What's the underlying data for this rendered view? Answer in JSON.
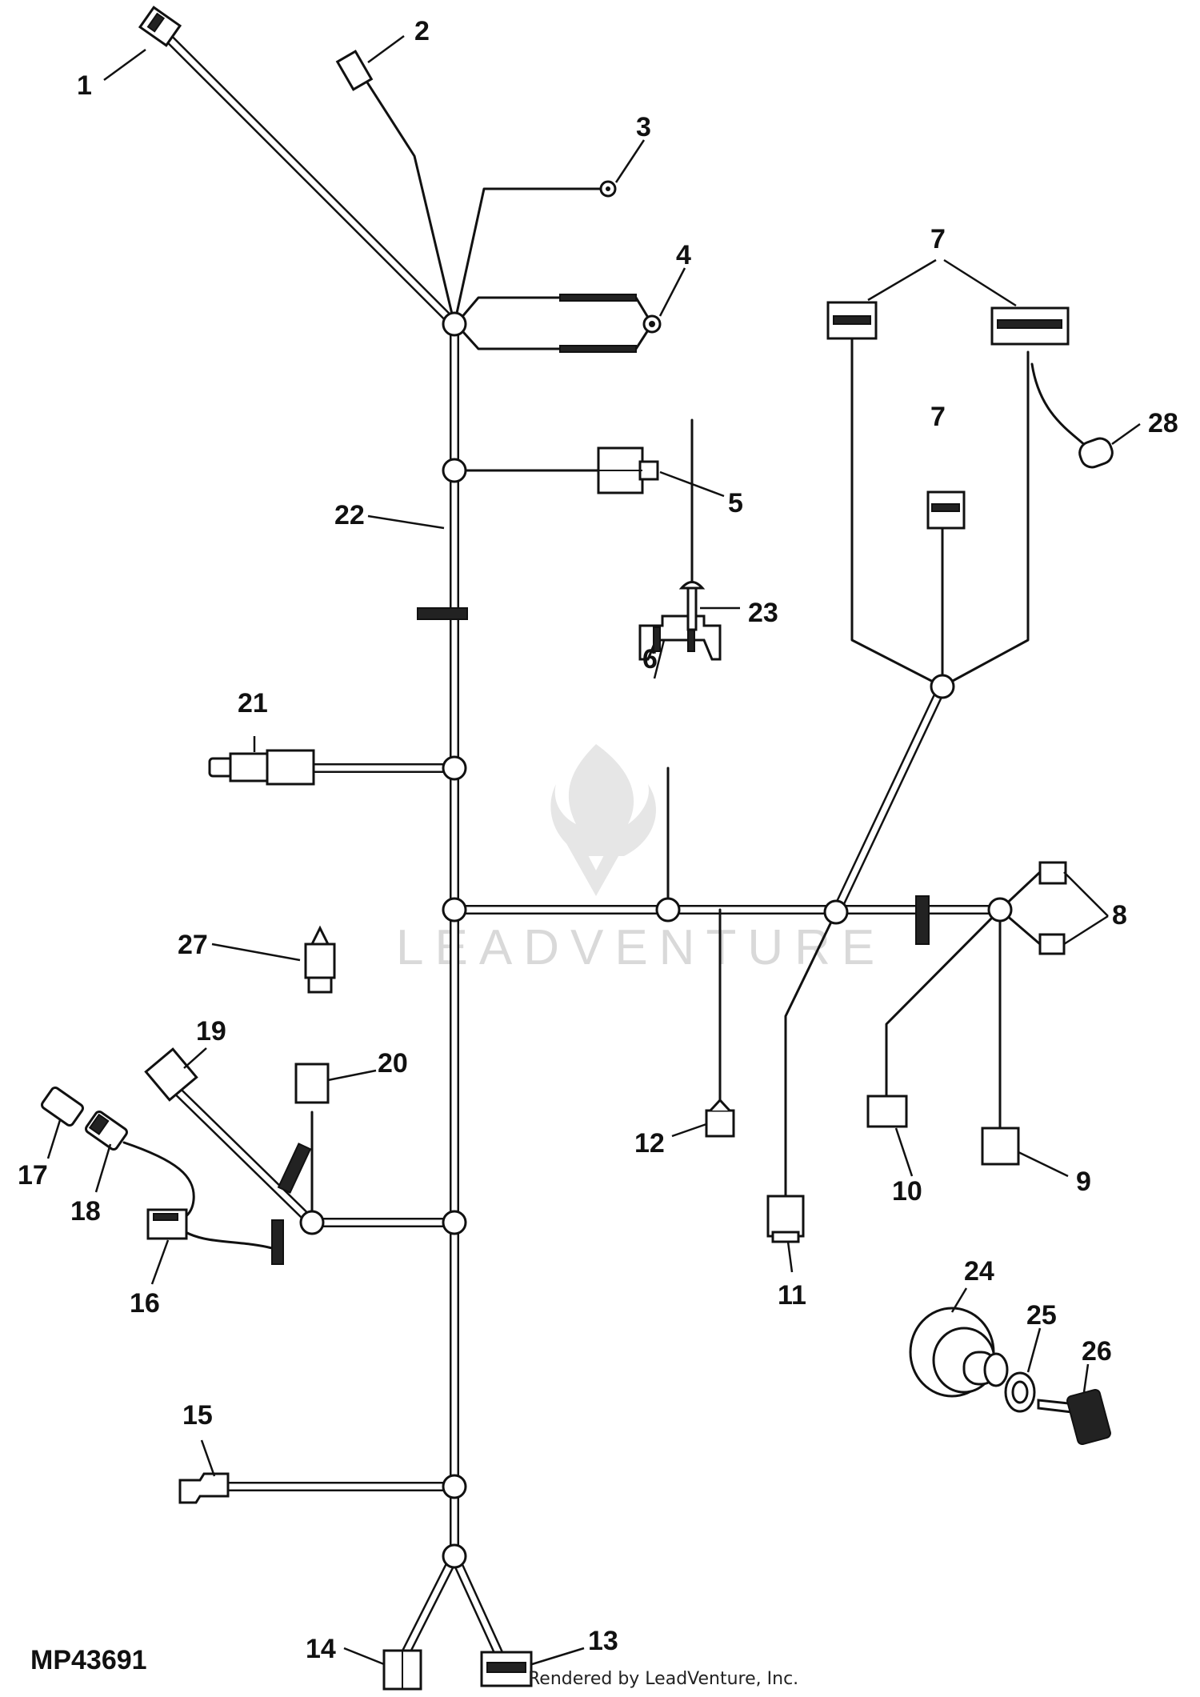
{
  "drawing": {
    "id": "MP43691",
    "credit": "Rendered by LeadVenture, Inc.",
    "watermark": "LEADVENTURE"
  },
  "callouts": {
    "c1": "1",
    "c2": "2",
    "c3": "3",
    "c4": "4",
    "c5": "5",
    "c6": "6",
    "c7a": "7",
    "c7b": "7",
    "c8": "8",
    "c9": "9",
    "c10": "10",
    "c11": "11",
    "c12": "12",
    "c13": "13",
    "c14": "14",
    "c15": "15",
    "c16": "16",
    "c17": "17",
    "c18": "18",
    "c19": "19",
    "c20": "20",
    "c21": "21",
    "c22": "22",
    "c23": "23",
    "c24": "24",
    "c25": "25",
    "c26": "26",
    "c27": "27",
    "c28": "28"
  }
}
